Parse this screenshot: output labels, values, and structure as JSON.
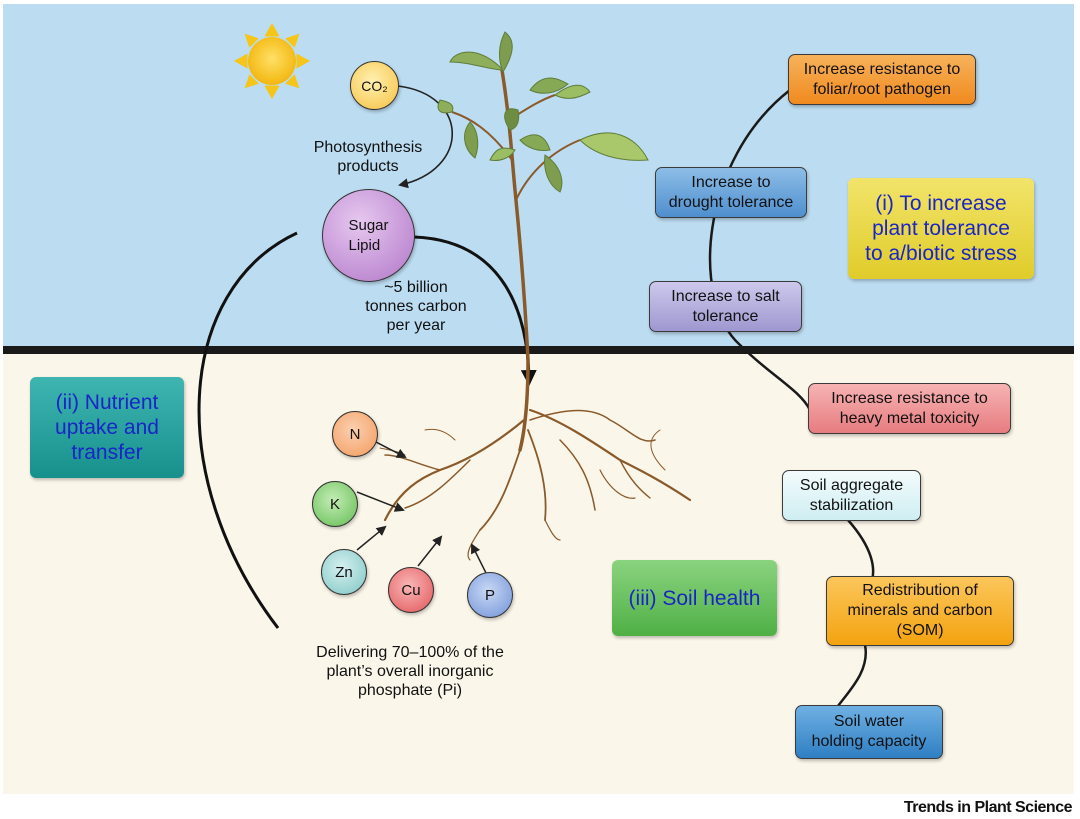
{
  "molecules": {
    "co2": "CO₂",
    "sugar_lipid": "Sugar\nLipid"
  },
  "labels": {
    "photosynthesis_products": "Photosynthesis\nproducts",
    "carbon_flux": "~5 billion\ntonnes carbon\nper year",
    "phosphate_delivery": "Delivering 70–100% of the\nplant’s overall inorganic\nphosphate (Pi)"
  },
  "stress_tolerance": {
    "heading": "(i) To increase\nplant tolerance\nto a/biotic stress",
    "items": [
      "Increase resistance to\nfoliar/root pathogen",
      "Increase to\ndrought tolerance",
      "Increase to salt\ntolerance",
      "Increase resistance to\nheavy metal toxicity"
    ]
  },
  "nutrient_uptake": {
    "heading": "(ii) Nutrient\nuptake and\ntransfer",
    "nutrients": [
      "N",
      "K",
      "Zn",
      "Cu",
      "P"
    ]
  },
  "soil_health": {
    "heading": "(iii) Soil health",
    "items": [
      "Soil aggregate\nstabilization",
      "Redistribution of\nminerals and carbon\n(SOM)",
      "Soil water\nholding capacity"
    ]
  },
  "credit": "Trends in Plant Science",
  "colors": {
    "sky": "#bcdcf1",
    "soil": "#fbf6ea",
    "sun": "#f5c518",
    "heading_text": "#1a25c8",
    "pathogen_box": "#f3962f",
    "drought_box": "#5b9bd5",
    "salt_box": "#a9a3d6",
    "metal_box": "#ef8a8c",
    "stress_heading_box": "#eadb3b",
    "nutrient_heading_box": "#1f9f9c",
    "soil_health_box": "#67c35d",
    "aggregate_box": "#e2f5f7",
    "redistribution_box": "#f7b023",
    "water_box": "#3f8fd1"
  }
}
